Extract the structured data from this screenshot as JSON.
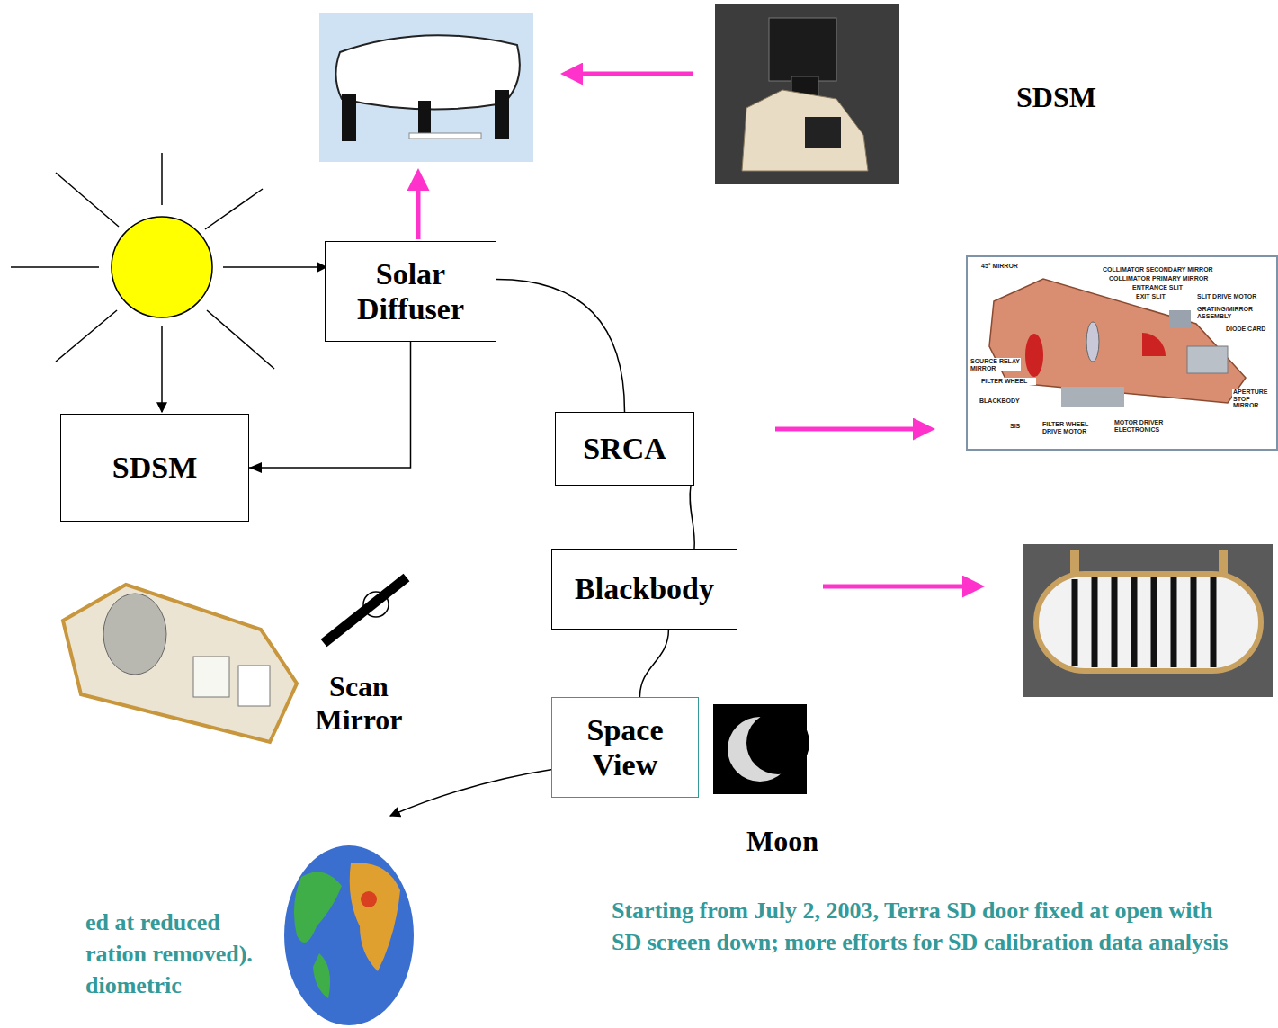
{
  "diagram": {
    "nodes": [
      {
        "text": [
          "Solar Diffuser"
        ]
      },
      {
        "text": [
          "SRCA"
        ]
      },
      {
        "text": [
          "SDSM"
        ]
      },
      {
        "text": [
          "Blackbody"
        ]
      },
      {
        "text": [
          "Space View"
        ]
      }
    ],
    "edges": [
      {
        "from": 0,
        "to": 2,
        "arrow": "to"
      },
      {
        "from": 0,
        "to": 1,
        "arrow": "none"
      },
      {
        "from": 1,
        "to": 3,
        "arrow": "none"
      },
      {
        "from": 3,
        "to": 4,
        "arrow": "none"
      }
    ],
    "labels": [
      "SDSM",
      "45° MIRROR",
      "COLLIMATOR SECONDARY MIRROR",
      "COLLIMATOR PRIMARY MIRROR",
      "ENTRANCE SLIT",
      "EXIT SLIT",
      "SLIT DRIVE MOTOR",
      "GRATING/MIRROR ASSEMBLY",
      "DIODE CARD",
      "SOURCE RELAY MIRROR",
      "FILTER WHEEL",
      "BLACKBODY",
      "SIS",
      "FILTER WHEEL DRIVE MOTOR",
      "MOTOR DRIVER ELECTRONICS",
      "APERTURE STOP MIRROR",
      "Scan Mirror",
      "Moon",
      "ed at reduced ration removed). diometric",
      "Starting from July 2, 2003, Terra SD door fixed at open with SD screen down; more efforts for SD calibration data analysis"
    ]
  }
}
